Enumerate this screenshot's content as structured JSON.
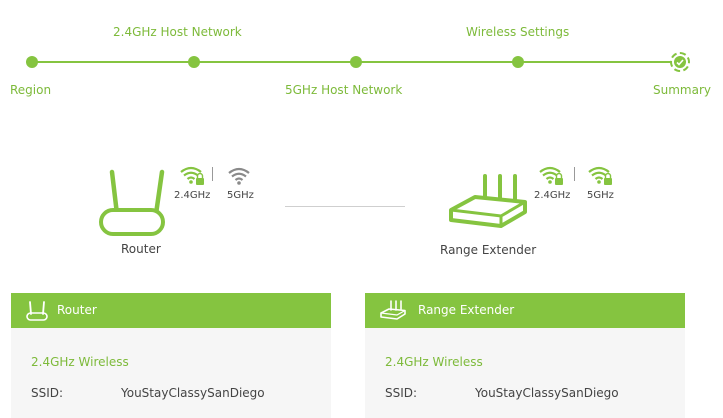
{
  "steps": [
    {
      "label": "Region"
    },
    {
      "label": "2.4GHz Host Network"
    },
    {
      "label": "5GHz Host Network"
    },
    {
      "label": "Wireless Settings"
    },
    {
      "label": "Summary"
    }
  ],
  "colors": {
    "accent": "#85c440",
    "text": "#444444",
    "panel_bg": "#f6f6f6"
  },
  "devices": {
    "router": {
      "label": "Router",
      "band_24": "2.4GHz",
      "band_5": "5GHz"
    },
    "extender": {
      "label": "Range Extender",
      "band_24": "2.4GHz",
      "band_5": "5GHz"
    }
  },
  "panels": {
    "router": {
      "title": "Router",
      "section": "2.4GHz Wireless",
      "ssid_label": "SSID:",
      "ssid_value": "YouStayClassySanDiego"
    },
    "extender": {
      "title": "Range Extender",
      "section": "2.4GHz Wireless",
      "ssid_label": "SSID:",
      "ssid_value": "YouStayClassySanDiego"
    }
  }
}
